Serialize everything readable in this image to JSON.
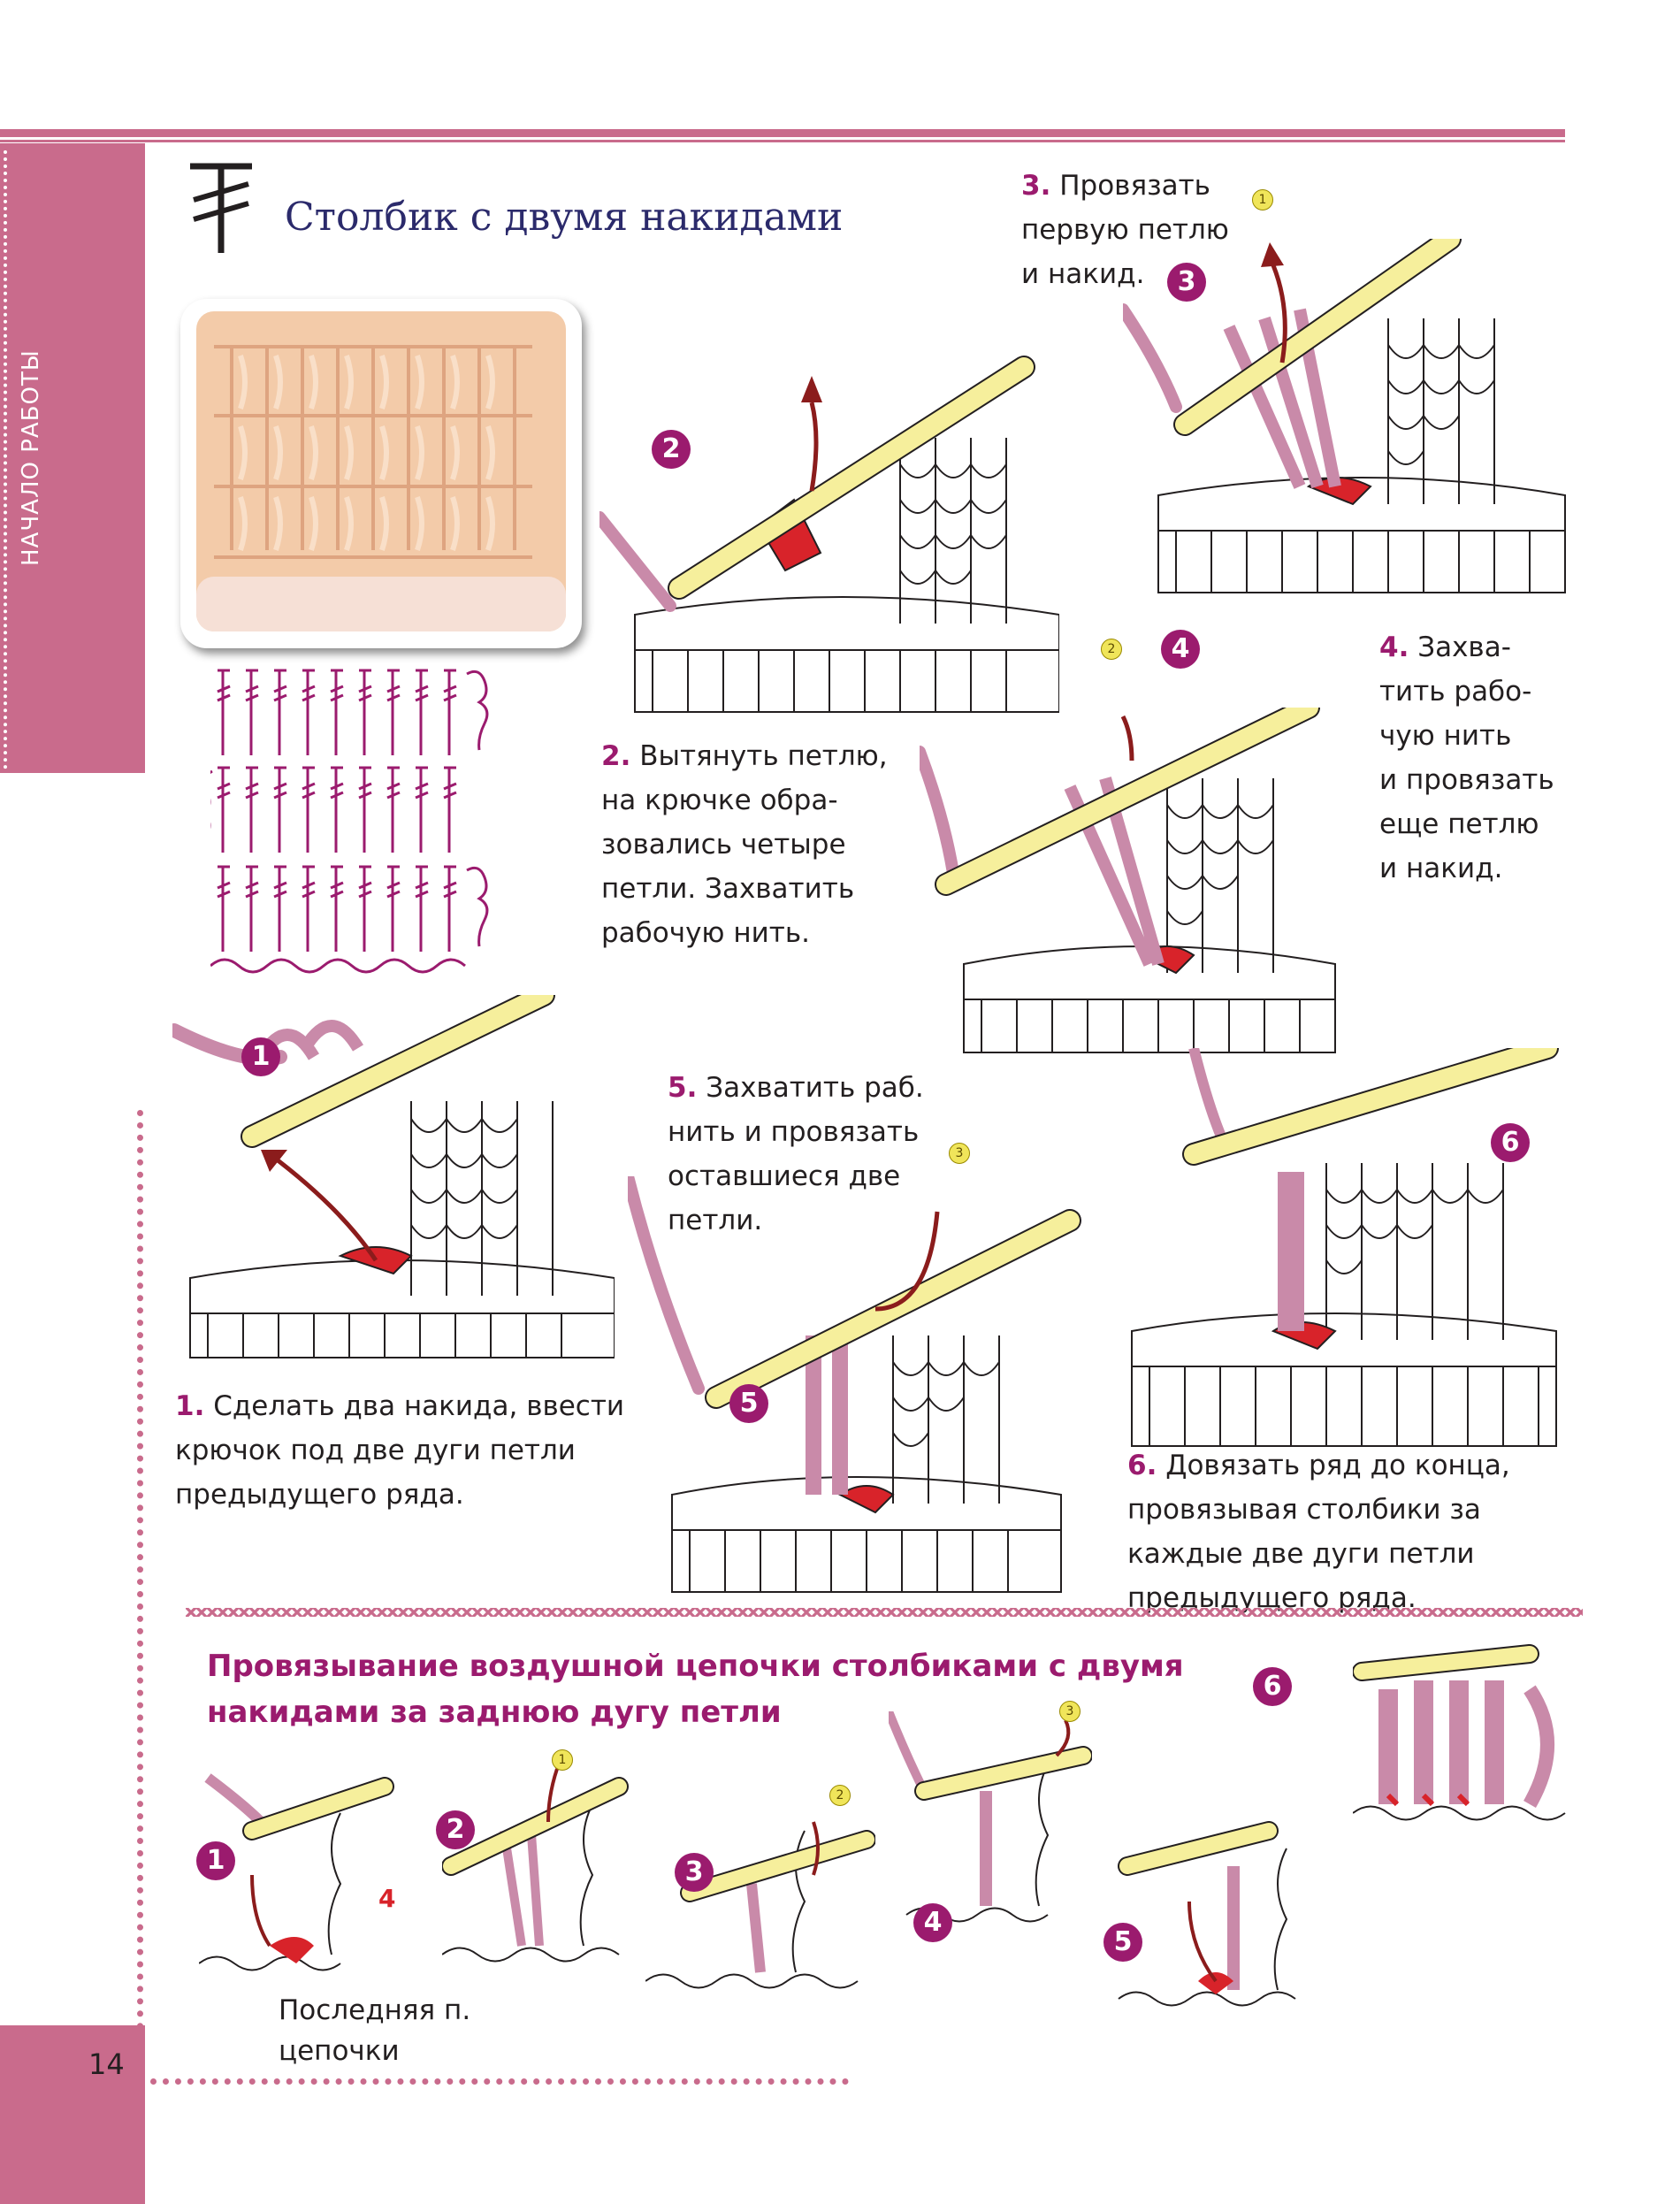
{
  "header": {
    "title": "Столбик с двумя накидами"
  },
  "sidebar": {
    "section_label": "НАЧАЛО РАБОТЫ"
  },
  "footer": {
    "page_number": "14"
  },
  "steps": [
    {
      "num": "1.",
      "text": "Сделать два накида, ввести крючок под две дуги петли предыдущего ряда.",
      "badge": "1"
    },
    {
      "num": "2.",
      "text": "Вытянуть петлю, на крючке образовались четыре петли. Захватить рабочую нить.",
      "badge": "2"
    },
    {
      "num": "3.",
      "text": "Провязать первую петлю и накид.",
      "badge": "3",
      "sub": "1"
    },
    {
      "num": "4.",
      "text": "Захватить рабочую нить и провязать еще петлю и накид.",
      "badge": "4",
      "sub": "2"
    },
    {
      "num": "5.",
      "text": "Захватить раб. нить и провязать оставшиеся две петли.",
      "badge": "5",
      "sub": "3"
    },
    {
      "num": "6.",
      "text": "Довязать ряд до конца, провязывая столбики за каждые две дуги петли предыдущего ряда.",
      "badge": "6"
    }
  ],
  "step_lines": {
    "s1": [
      "Сделать два накида, ввести",
      "крючок под две дуги петли",
      "предыдущего ряда."
    ],
    "s2": [
      "Вытянуть петлю,",
      "на крючке обра-",
      "зовались четыре",
      "петли. Захватить",
      "рабочую нить."
    ],
    "s3": [
      "Провязать",
      "первую петлю",
      "и накид."
    ],
    "s4": [
      "Захва-",
      "тить рабо-",
      "чую нить",
      "и провязать",
      "еще петлю",
      "и накид."
    ],
    "s5": [
      "Захватить раб.",
      "нить и провязать",
      "оставшиеся две",
      "петли."
    ],
    "s6": [
      "Довязать ряд до конца,",
      "провязывая столбики за",
      "каждые две дуги петли",
      "предыдущего ряда."
    ]
  },
  "section2": {
    "heading_line1": "Провязывание воздушной цепочки столбиками с двумя",
    "heading_line2": "накидами за заднюю дугу петли",
    "badges": [
      "1",
      "2",
      "3",
      "4",
      "5",
      "6"
    ],
    "sub_badges": [
      "1",
      "2",
      "3"
    ],
    "label_4": "4",
    "caption_line1": "Последняя п.",
    "caption_line2": "цепочки"
  },
  "colors": {
    "accent": "#c96b8c",
    "heading": "#9b1b6e",
    "title": "#2b2a6b",
    "yarn": "#c98aa9",
    "hook": "#f6ef9c"
  }
}
